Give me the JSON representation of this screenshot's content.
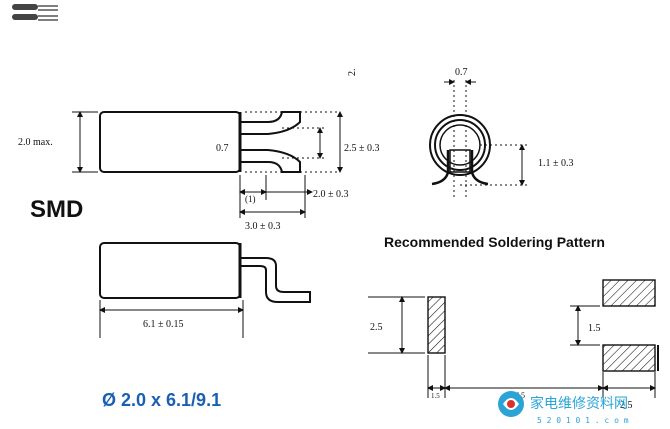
{
  "heading_smd": "SMD",
  "heading_pattern": "Recommended Soldering Pattern",
  "size_label": "Ø 2.0 x 6.1/9.1",
  "watermark": {
    "cn_text": "家电维修资料网",
    "url_text": "5 2 0 1 0 1 . c o m"
  },
  "dims": {
    "max_height": "2.0 max.",
    "pin_pitch": "0.7",
    "body_diameter": "2.5 ± 0.3",
    "lead_length": "2.0 ± 0.3",
    "lead_offset": "(1)",
    "total_depth": "3.0 ± 0.3",
    "body_length": "6.1  ± 0.15",
    "top_pitch": "0.7",
    "lead_height": "1.1 ± 0.3",
    "pad_height": "2.5",
    "pad_spacing": "1.5",
    "pad_width": "1.5",
    "gap": "7.5",
    "right_pad": "2.5",
    "stray_mark": "2."
  },
  "colors": {
    "ink": "#111111",
    "heading_blue": "#1a5fb4",
    "watermark_cyan": "#2aa3d6",
    "watermark_red": "#d9342b"
  }
}
